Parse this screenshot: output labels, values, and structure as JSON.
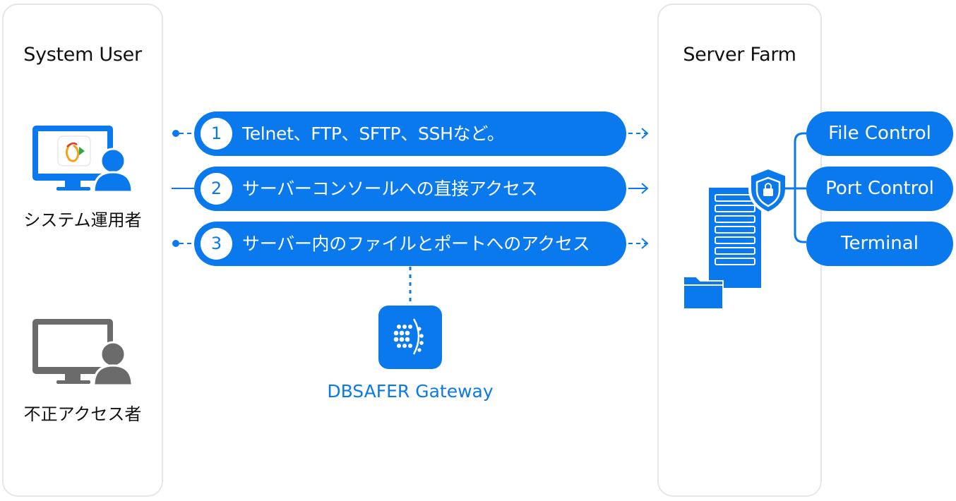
{
  "left_panel": {
    "title": "System User"
  },
  "actors": [
    {
      "label": "システム運用者"
    },
    {
      "label": "不正アクセス者"
    }
  ],
  "flows": [
    {
      "number": "1",
      "text": "Telnet、FTP、SFTP、SSHなど。"
    },
    {
      "number": "2",
      "text": "サーバーコンソールへの直接アクセス"
    },
    {
      "number": "3",
      "text": "サーバー内のファイルとポートへのアクセス"
    }
  ],
  "gateway": {
    "label": "DBSAFER Gateway"
  },
  "right_panel": {
    "title": "Server Farm"
  },
  "controls": [
    {
      "label": "File Control"
    },
    {
      "label": "Port Control"
    },
    {
      "label": "Terminal"
    }
  ],
  "colors": {
    "accent": "#0b79ee",
    "panel_border": "#e3e7ec",
    "grey": "#6b6b6b"
  },
  "icons": [
    "monitor-icon",
    "user-icon",
    "app-logo-icon",
    "server-rack-icon",
    "folder-icon",
    "shield-lock-icon",
    "dbsafer-logo-icon"
  ]
}
